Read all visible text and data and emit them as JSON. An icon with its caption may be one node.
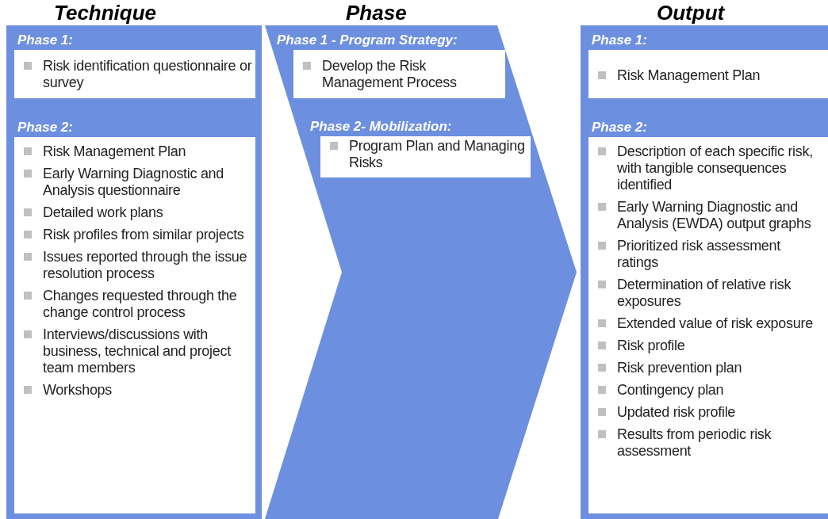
{
  "diagram": {
    "nodes": [
      {
        "text": [
          "Technique"
        ]
      },
      {
        "text": [
          "Phase 1:",
          "Risk identification questionnaire or survey"
        ],
        "in": 0
      },
      {
        "text": [
          "Phase 2:",
          "Risk Management Plan",
          "Early Warning Diagnostic and Analysis questionnaire",
          "Detailed work plans",
          "Risk profiles from similar projects",
          "Issues reported through the issue resolution process",
          "Changes requested through the change control process",
          "Interviews/discussions with business, technical and project team members",
          "Workshops"
        ],
        "in": 0
      },
      {
        "text": [
          "Phase"
        ]
      },
      {
        "text": [
          "Phase 1 - Program Strategy:",
          "Develop the Risk Management Process"
        ],
        "in": 3
      },
      {
        "text": [
          "Phase 2- Mobilization:",
          "Program Plan and Managing Risks"
        ],
        "in": 3
      },
      {
        "text": [
          "Output"
        ]
      },
      {
        "text": [
          "Phase 1:",
          "Risk Management Plan"
        ],
        "in": 6
      },
      {
        "text": [
          "Phase 2:",
          "Description of each specific risk, with tangible consequences identified",
          "Early Warning Diagnostic and Analysis (EWDA) output graphs",
          "Prioritized risk assessment ratings",
          "Determination of relative risk exposures",
          "Extended value of risk exposure",
          "Risk profile",
          "Risk prevention plan",
          "Contingency plan",
          "Updated risk profile",
          "Results from periodic risk assessment"
        ],
        "in": 6
      }
    ]
  }
}
